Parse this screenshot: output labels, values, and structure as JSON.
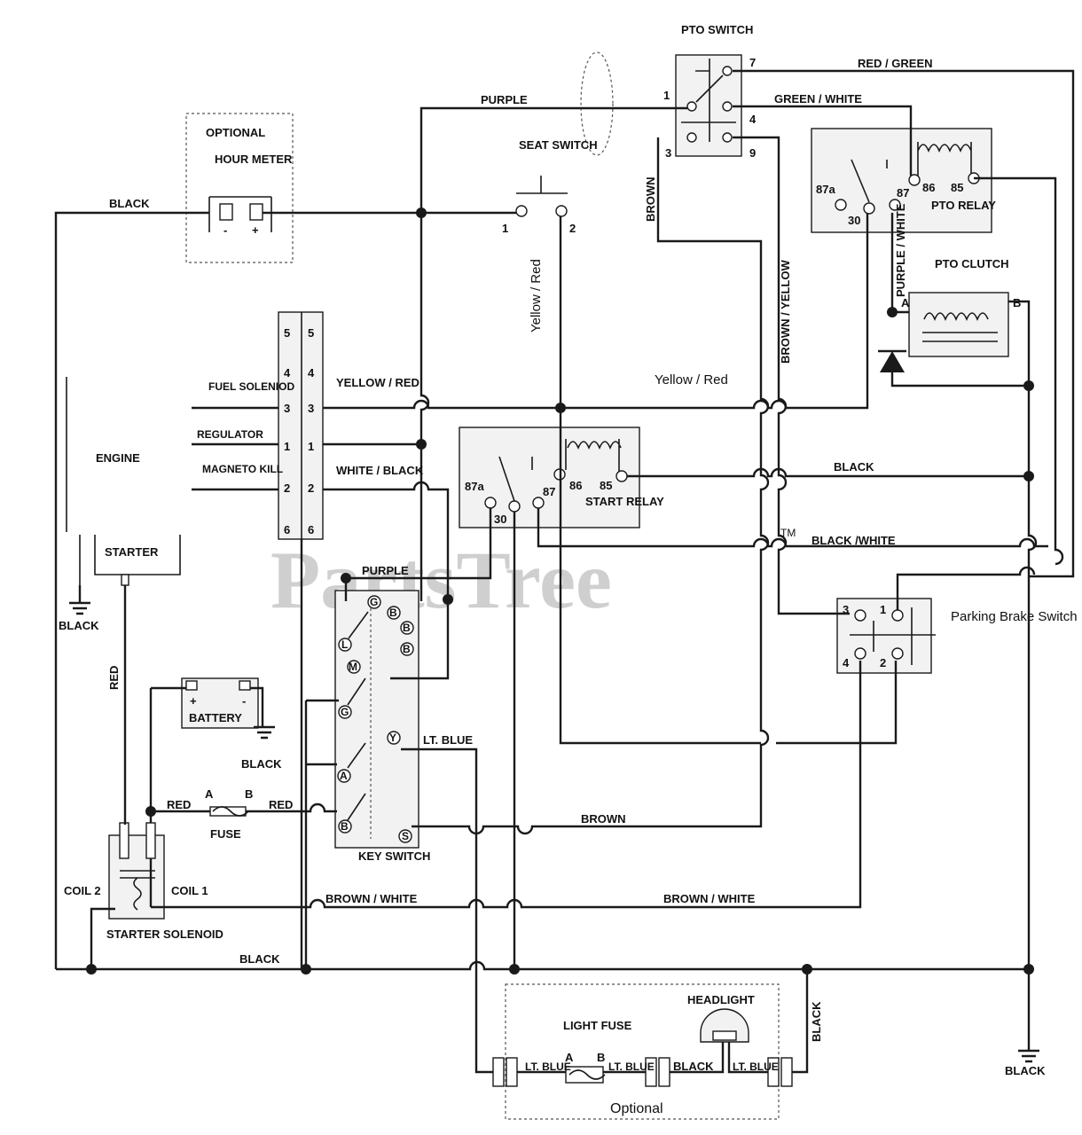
{
  "labels": {
    "pto_switch": "PTO SWITCH",
    "optional": "OPTIONAL",
    "hour_meter": "HOUR METER",
    "hm_minus": "-",
    "hm_plus": "+",
    "seat_switch": "SEAT SWITCH",
    "pto_relay": "PTO RELAY",
    "pto_clutch": "PTO CLUTCH",
    "engine": "ENGINE",
    "fuel_solenoid": "FUEL SOLENIOD",
    "regulator": "REGULATOR",
    "magneto_kill": "MAGNETO KILL",
    "starter": "STARTER",
    "start_relay": "START RELAY",
    "battery": "BATTERY",
    "bat_plus": "+",
    "bat_minus": "-",
    "key_switch": "KEY SWITCH",
    "fuse": "FUSE",
    "coil_1": "COIL 1",
    "coil_2": "COIL 2",
    "starter_solenoid": "STARTER SOLENOID",
    "parking_brake_switch": "Parking Brake Switch",
    "headlight": "HEADLIGHT",
    "light_fuse": "LIGHT FUSE",
    "optional_bottom": "Optional"
  },
  "wires": {
    "red_green": "RED / GREEN",
    "green_white": "GREEN / WHITE",
    "purple": "PURPLE",
    "brown": "BROWN",
    "brown_yellow": "BROWN / YELLOW",
    "purple_white": "PURPLE / WHITE",
    "black": "BLACK",
    "yellow_red": "YELLOW / RED",
    "yellow_red_mixed": "Yellow / Red",
    "white_black": "WHITE / BLACK",
    "black_white": "BLACK /WHITE",
    "red": "RED",
    "lt_blue": "LT. BLUE",
    "brown_white": "BROWN / WHITE"
  },
  "terminals": {
    "pto_7": "7",
    "pto_1": "1",
    "pto_4": "4",
    "pto_3": "3",
    "pto_9": "9",
    "seat_1": "1",
    "seat_2": "2",
    "relay_87a": "87a",
    "relay_30": "30",
    "relay_87": "87",
    "relay_86": "86",
    "relay_85": "85",
    "clutch_a": "A",
    "clutch_b": "B",
    "conn": [
      "5",
      "4",
      "3",
      "1",
      "2",
      "6"
    ],
    "key": [
      "G",
      "B",
      "B",
      "B",
      "L",
      "M",
      "G",
      "Y",
      "A",
      "B",
      "S"
    ],
    "fuse_a": "A",
    "fuse_b": "B",
    "pb_3": "3",
    "pb_1": "1",
    "pb_4": "4",
    "pb_2": "2"
  },
  "watermark": "PartsTree",
  "watermark_tm": "TM"
}
